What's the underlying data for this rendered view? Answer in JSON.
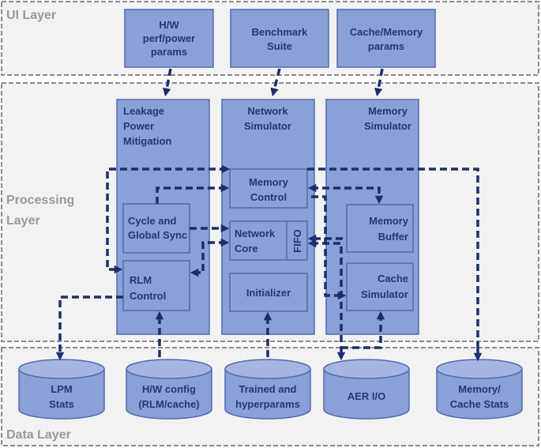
{
  "layers": {
    "ui": "UI Layer",
    "processing": [
      "Processing",
      "Layer"
    ],
    "data": "Data Layer"
  },
  "ui_boxes": {
    "hw_params": [
      "H/W",
      "perf/power",
      "params"
    ],
    "benchmark": [
      "Benchmark",
      "Suite"
    ],
    "cache_params": [
      "Cache/Memory",
      "params"
    ]
  },
  "columns": {
    "leakage": [
      "Leakage",
      "Power",
      "Mitigation"
    ],
    "network": [
      "Network",
      "Simulator"
    ],
    "memory": [
      "Memory",
      "Simulator"
    ]
  },
  "modules": {
    "cycle_sync": [
      "Cycle and",
      "Global Sync"
    ],
    "rlm_control": [
      "RLM",
      "Control"
    ],
    "memory_control": [
      "Memory",
      "Control"
    ],
    "network_core": [
      "Network",
      "Core"
    ],
    "fifo": "FIFO",
    "initializer": "Initializer",
    "memory_buffer": [
      "Memory",
      "Buffer"
    ],
    "cache_sim": [
      "Cache",
      "Simulator"
    ]
  },
  "databases": {
    "lpm": [
      "LPM",
      "Stats"
    ],
    "hw_config": [
      "H/W config",
      "(RLM/cache)"
    ],
    "trained": [
      "Trained and",
      "hyperparams"
    ],
    "aer": "AER I/O",
    "mem_stats": [
      "Memory/",
      "Cache Stats"
    ]
  },
  "colors": {
    "box_fill": "#8ba0d6",
    "box_stroke": "#4f6bb0",
    "text": "#1f3a75",
    "arrow": "#1b2f6b",
    "layer_fill": "#f2f2f2",
    "layer_label": "#9a9a9a"
  }
}
